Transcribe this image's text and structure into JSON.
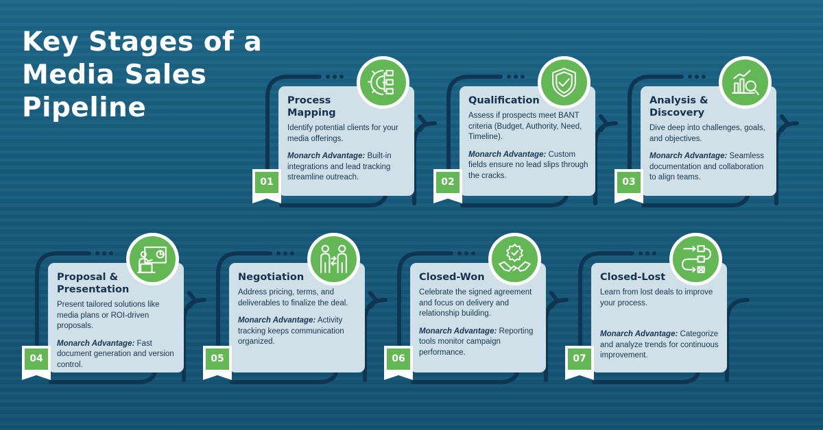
{
  "title": {
    "line1": "Key Stages of a",
    "line2": "Media Sales",
    "line3": "Pipeline"
  },
  "colors": {
    "background": "#175a7a",
    "card": "#cfe0e8",
    "accent_green": "#63b755",
    "connector": "#0e3552",
    "text_dark": "#173550"
  },
  "advantage_label": "Monarch Advantage:",
  "stages": [
    {
      "number": "01",
      "title": "Process Mapping",
      "icon": "process-gear-flowchart-icon",
      "description": "Identify potential clients for your media offerings.",
      "advantage": "Built-in integrations and lead tracking streamline outreach."
    },
    {
      "number": "02",
      "title": "Qualification",
      "icon": "shield-check-icon",
      "description": "Assess if prospects meet BANT criteria (Budget, Authority, Need, Timeline).",
      "advantage": "Custom fields ensure no lead slips through the cracks."
    },
    {
      "number": "03",
      "title": "Analysis & Discovery",
      "icon": "chart-magnifier-icon",
      "description": "Dive deep into challenges, goals, and objectives.",
      "advantage": "Seamless documentation and collaboration to  align teams."
    },
    {
      "number": "04",
      "title": "Proposal & Presentation",
      "icon": "presenter-screen-icon",
      "description": "Present tailored solutions like media plans or ROI-driven proposals.",
      "advantage": "Fast document generation and version control."
    },
    {
      "number": "05",
      "title": "Negotiation",
      "icon": "people-exchange-icon",
      "description": "Address pricing, terms, and deliverables to finalize the deal.",
      "advantage": "Activity tracking keeps communication organized."
    },
    {
      "number": "06",
      "title": "Closed-Won",
      "icon": "handshake-badge-icon",
      "description": "Celebrate the signed agreement and focus on delivery and relationship building.",
      "advantage": "Reporting tools monitor campaign performance."
    },
    {
      "number": "07",
      "title": "Closed-Lost",
      "icon": "flow-crossed-box-icon",
      "description": "Learn from lost deals to improve your process.",
      "advantage": "Categorize and analyze trends for continuous improvement."
    }
  ]
}
